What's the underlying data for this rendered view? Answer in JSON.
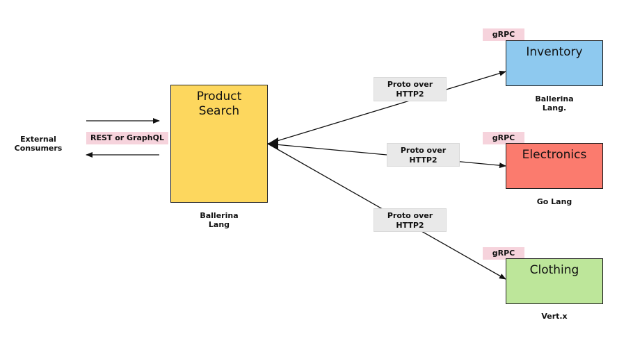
{
  "external": {
    "label": "External\nConsumers"
  },
  "rest_tag": "REST or GraphQL",
  "product_search": {
    "title": "Product\nSearch",
    "caption": "Ballerina\nLang",
    "color": "#fdd75e"
  },
  "services": [
    {
      "name": "Inventory",
      "tag": "gRPC",
      "caption": "Ballerina\nLang.",
      "color": "#8ec9ef"
    },
    {
      "name": "Electronics",
      "tag": "gRPC",
      "caption": "Go Lang",
      "color": "#fb7b6e"
    },
    {
      "name": "Clothing",
      "tag": "gRPC",
      "caption": "Vert.x",
      "color": "#bde69a"
    }
  ],
  "edge_labels": [
    "Proto over\nHTTP2",
    "Proto over\nHTTP2",
    "Proto over\nHTTP2"
  ]
}
